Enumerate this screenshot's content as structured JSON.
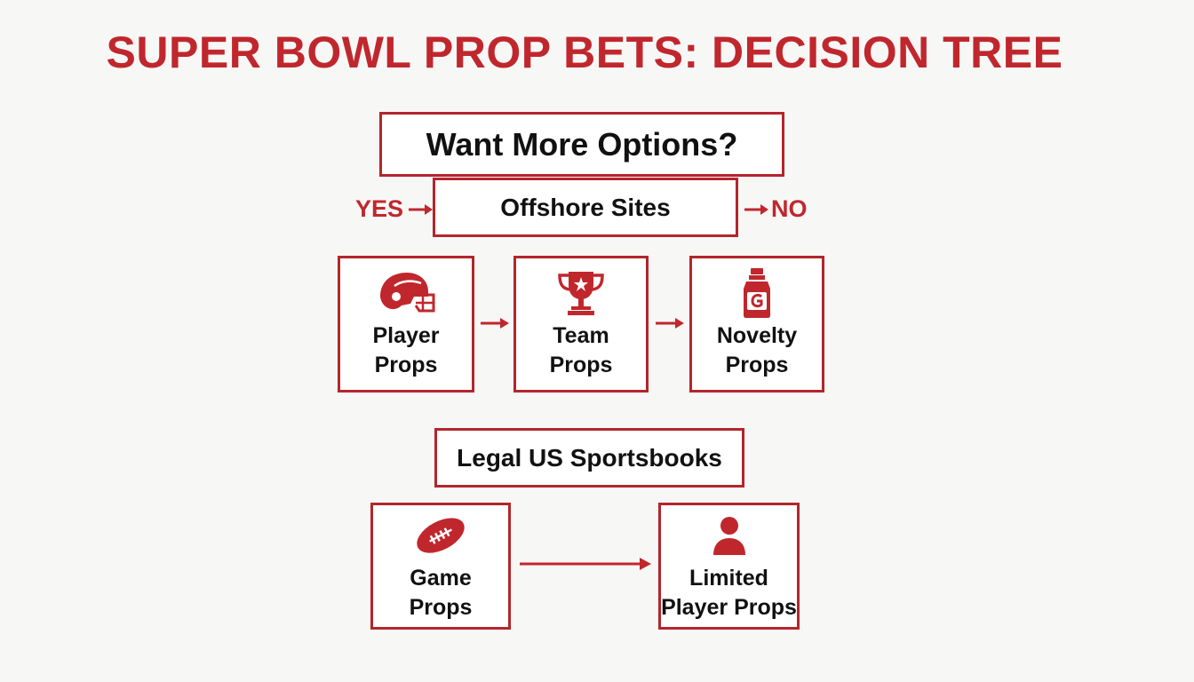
{
  "title": "SUPER BOWL PROP BETS: DECISION TREE",
  "colors": {
    "accent": "#c0272d",
    "border": "#b3262b",
    "background": "#f7f7f6",
    "text": "#111111"
  },
  "question": "Want More Options?",
  "branches": {
    "yes_label": "YES",
    "no_label": "NO"
  },
  "offshore": {
    "label": "Offshore Sites",
    "cards": [
      {
        "icon": "football-helmet-icon",
        "lines": [
          "Player",
          "Props"
        ]
      },
      {
        "icon": "trophy-icon",
        "lines": [
          "Team",
          "Props"
        ]
      },
      {
        "icon": "gatorade-bottle-icon",
        "lines": [
          "Novelty",
          "Props"
        ]
      }
    ]
  },
  "legal": {
    "label": "Legal US Sportsbooks",
    "cards": [
      {
        "icon": "football-icon",
        "lines": [
          "Game",
          "Props"
        ]
      },
      {
        "icon": "person-icon",
        "lines": [
          "Limited",
          "Player Props"
        ]
      }
    ]
  }
}
